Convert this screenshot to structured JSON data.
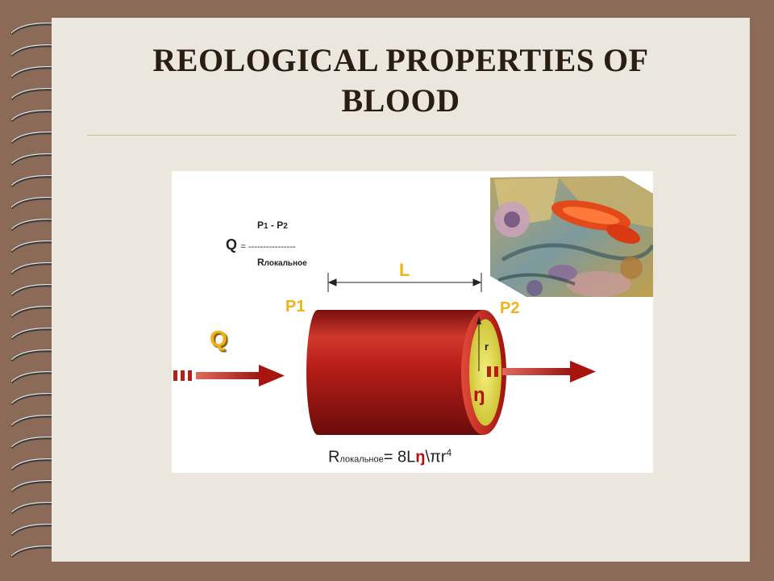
{
  "slide": {
    "title_line1": "REOLOGICAL PROPERTIES OF",
    "title_line2": "BLOOD"
  },
  "formula_top": {
    "numerator_p1": "P",
    "numerator_sub1": "1",
    "minus": " - ",
    "numerator_p2": "P",
    "numerator_sub2": "2",
    "lhs": "Q",
    "equals_line": "= ----------------",
    "denominator": "R",
    "denominator_sub": "локальное"
  },
  "diagram": {
    "length_label": "L",
    "p1_label": "P1",
    "p2_label": "P2",
    "flow_label": "Q",
    "radius_label": "r",
    "viscosity_label": "ŋ"
  },
  "formula_bottom": {
    "r": "R",
    "r_sub": "локальное",
    "eq": "=  8L",
    "eta": "ŋ",
    "rest": "\\πr",
    "exp": "4"
  },
  "colors": {
    "background": "#8b6b57",
    "slide": "#ebe6de",
    "label_yellow": "#f0b21a",
    "vessel_red": "#b31212",
    "inner_yellow": "#e9e24a"
  }
}
